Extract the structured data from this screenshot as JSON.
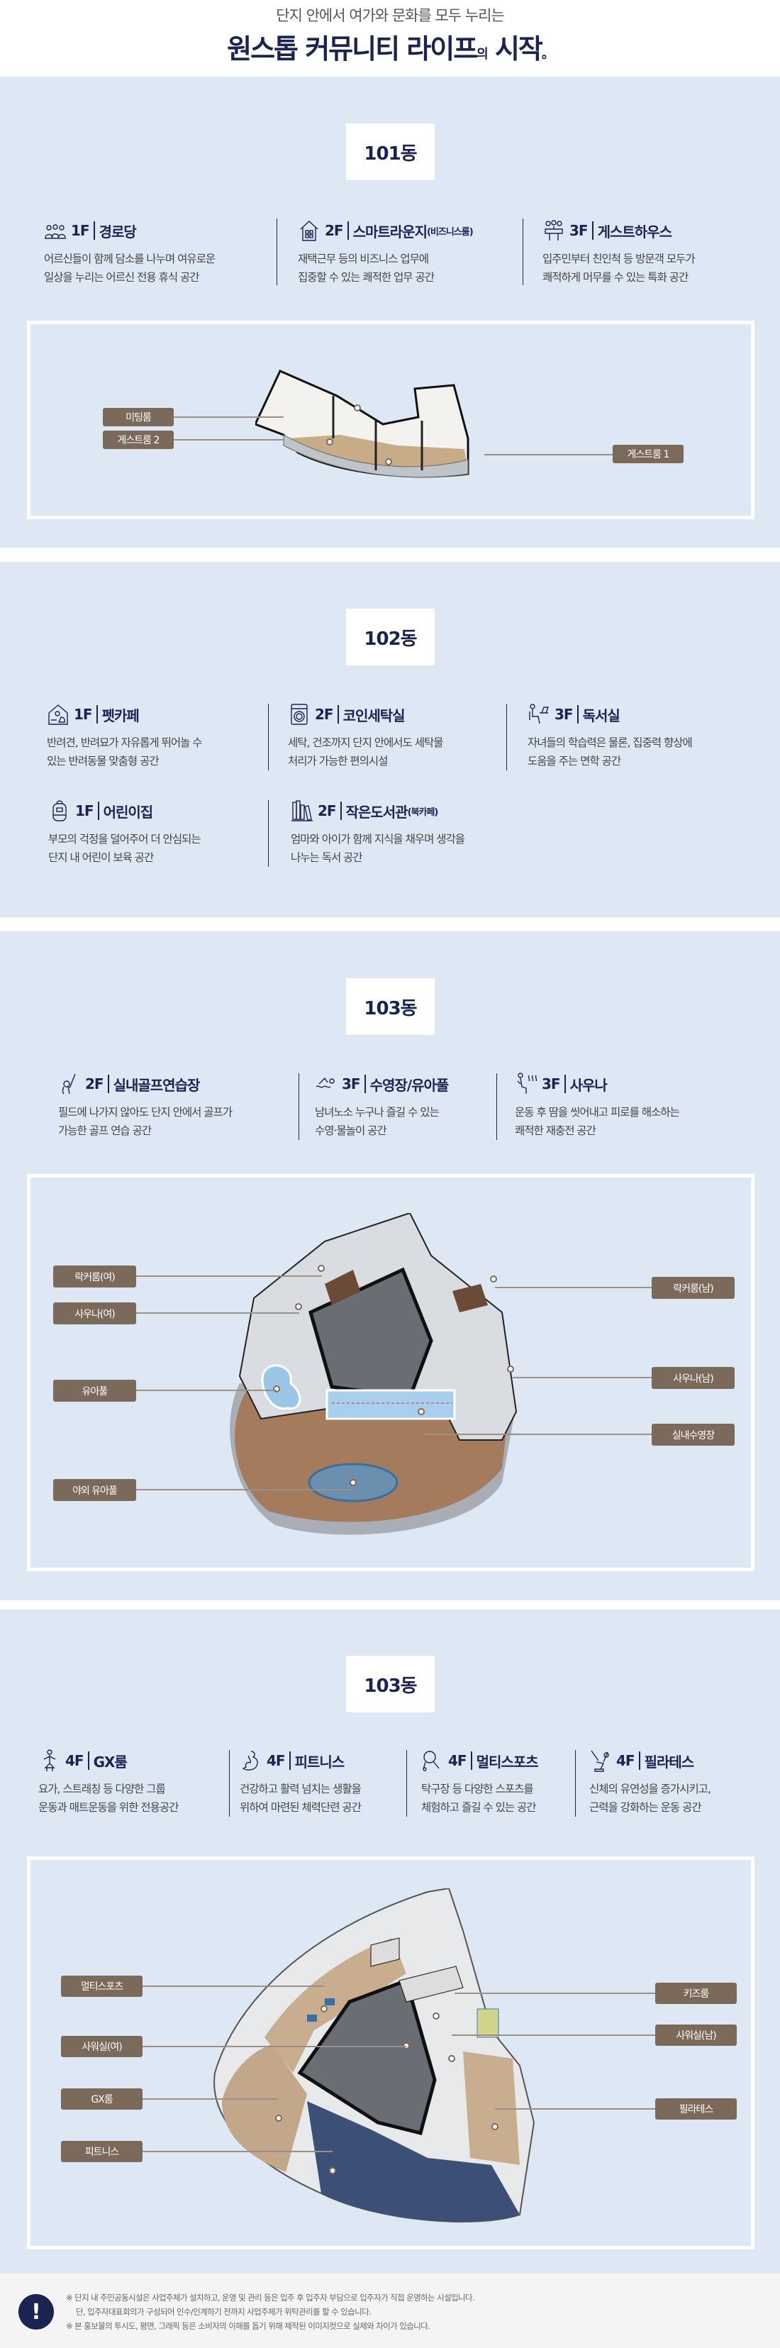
{
  "header": {
    "subtitle": "단지 안에서 여가와 문화를 모두 누리는",
    "title": "원스톱 커뮤니티 라이프",
    "title_particle": "의",
    "title_end": "시작",
    "title_dot": "。"
  },
  "sections": [
    {
      "dong": "101동",
      "items": [
        {
          "floor": "1F",
          "name": "경로당",
          "sub": "",
          "icon": "seniors-icon",
          "desc": [
            "어르신들이 함께 담소를 나누며 여유로운",
            "일상을 누리는 어르신 전용 휴식 공간"
          ]
        },
        {
          "floor": "2F",
          "name": "스마트라운지",
          "sub": "(비즈니스룸)",
          "icon": "building-icon",
          "desc": [
            "재택근무 등의 비즈니스 업무에",
            "집중할 수 있는 쾌적한 업무 공간"
          ]
        },
        {
          "floor": "3F",
          "name": "게스트하우스",
          "sub": "",
          "icon": "guests-icon",
          "desc": [
            "입주민부터 친인척 등 방문객 모두가",
            "쾌적하게 머무를 수 있는 특화 공간"
          ]
        }
      ],
      "labels": [
        "미팅룸",
        "게스트룸 2",
        "게스트룸 1"
      ]
    },
    {
      "dong": "102동",
      "items": [
        {
          "floor": "1F",
          "name": "펫카페",
          "sub": "",
          "icon": "pet-house-icon",
          "desc": [
            "반려견, 반려묘가 자유롭게 뛰어놀 수",
            "있는 반려동물 맞춤형 공간"
          ]
        },
        {
          "floor": "2F",
          "name": "코인세탁실",
          "sub": "",
          "icon": "washing-machine-icon",
          "desc": [
            "세탁, 건조까지 단지 안에서도 세탁물",
            "처리가 가능한 편의시설"
          ]
        },
        {
          "floor": "3F",
          "name": "독서실",
          "sub": "",
          "icon": "study-desk-icon",
          "desc": [
            "자녀들의 학습력은 물론, 집중력 향상에",
            "도움을 주는 면학 공간"
          ]
        },
        {
          "floor": "1F",
          "name": "어린이집",
          "sub": "",
          "icon": "backpack-icon",
          "desc": [
            "부모의 걱정을 덜어주어 더 안심되는",
            "단지 내 어린이 보육 공간"
          ]
        },
        {
          "floor": "2F",
          "name": "작은도서관",
          "sub": "(북카페)",
          "icon": "books-icon",
          "desc": [
            "엄마와 아이가 함께 지식을 채우며 생각을",
            "나누는 독서 공간"
          ]
        }
      ]
    },
    {
      "dong": "103동",
      "items": [
        {
          "floor": "2F",
          "name": "실내골프연습장",
          "sub": "",
          "icon": "golf-icon",
          "desc": [
            "필드에 나가지 않아도 단지 안에서 골프가",
            "가능한 골프 연습 공간"
          ]
        },
        {
          "floor": "3F",
          "name": "수영장/유아풀",
          "sub": "",
          "icon": "swimmer-icon",
          "desc": [
            "남녀노소 누구나 즐길 수 있는",
            "수영·물놀이 공간"
          ]
        },
        {
          "floor": "3F",
          "name": "사우나",
          "sub": "",
          "icon": "sauna-icon",
          "desc": [
            "운동 후 땀을 씻어내고 피로를 해소하는",
            "쾌적한 재충전 공간"
          ]
        }
      ],
      "labels": [
        "락커룸(여)",
        "사우나(여)",
        "유아풀",
        "야외 유아풀",
        "락커룸(남)",
        "사우나(남)",
        "실내수영장"
      ]
    },
    {
      "dong": "103동",
      "items": [
        {
          "floor": "4F",
          "name": "GX룸",
          "sub": "",
          "icon": "yoga-icon",
          "desc": [
            "요가, 스트레칭 등 다양한 그룹",
            "운동과 매트운동을 위한 전용공간"
          ]
        },
        {
          "floor": "4F",
          "name": "피트니스",
          "sub": "",
          "icon": "muscle-icon",
          "desc": [
            "건강하고 활력 넘치는 생활을",
            "위하여 마련된 체력단련 공간"
          ]
        },
        {
          "floor": "4F",
          "name": "멀티스포츠",
          "sub": "",
          "icon": "ping-pong-icon",
          "desc": [
            "탁구장 등 다양한 스포츠를",
            "체험하고 즐길 수 있는 공간"
          ]
        },
        {
          "floor": "4F",
          "name": "필라테스",
          "sub": "",
          "icon": "pilates-icon",
          "desc": [
            "신체의 유연성을 증가시키고,",
            "근력을 강화하는 운동 공간"
          ]
        }
      ],
      "labels": [
        "멀티스포츠",
        "사워실(여)",
        "GX룸",
        "피트니스",
        "키즈룸",
        "사워실(남)",
        "필라테스"
      ]
    }
  ],
  "footer": {
    "notes": [
      "※ 단지 내 주민공동시설은 사업주체가 설치하고, 운영 및 관리 등은 입주 후 입주자 부담으로 입주자가 직접 운영하는 시설입니다.",
      "단, 입주자대표회의가 구성되어 인수/인계하기 전까지 사업주체가 위탁관리를 할 수 있습니다.",
      "※ 본 홍보물의 투시도, 평면, 그래픽 등은 소비자의 이해를 돕기 위해 제작된 이미지컷으로 실제와 차이가 있습니다."
    ],
    "icon": "!"
  },
  "colors": {
    "navy": "#1b2350",
    "bg": "#dde8f4",
    "label": "#7b6a5a"
  }
}
